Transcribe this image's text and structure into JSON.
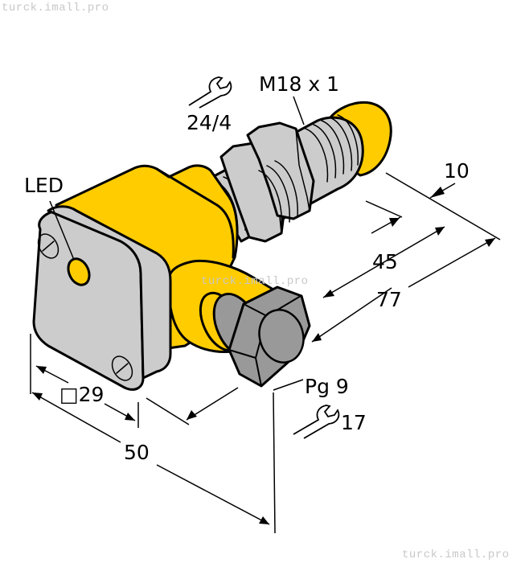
{
  "watermarks": {
    "top_left": "turck.imall.pro",
    "center": "turck.imall.pro",
    "bottom_right": "turck.imall.pro"
  },
  "labels": {
    "thread": "M18 x 1",
    "wrench_nut_size": "24/4",
    "led": "LED",
    "cable_gland": "Pg 9",
    "wrench_gland_size": "17"
  },
  "dimensions": {
    "front_gap": "10",
    "thread_length": "45",
    "overall_length": "77",
    "housing_square": "29",
    "housing_square_symbol": "□",
    "housing_depth": "50"
  },
  "colors": {
    "housing_yellow": "#ffcc00",
    "metal_grey": "#cccccc",
    "gland_grey": "#999999",
    "outline": "#000000",
    "watermark": "#c8c8c8"
  },
  "icons": {
    "wrench_top": "wrench-icon",
    "wrench_bottom": "wrench-icon"
  }
}
